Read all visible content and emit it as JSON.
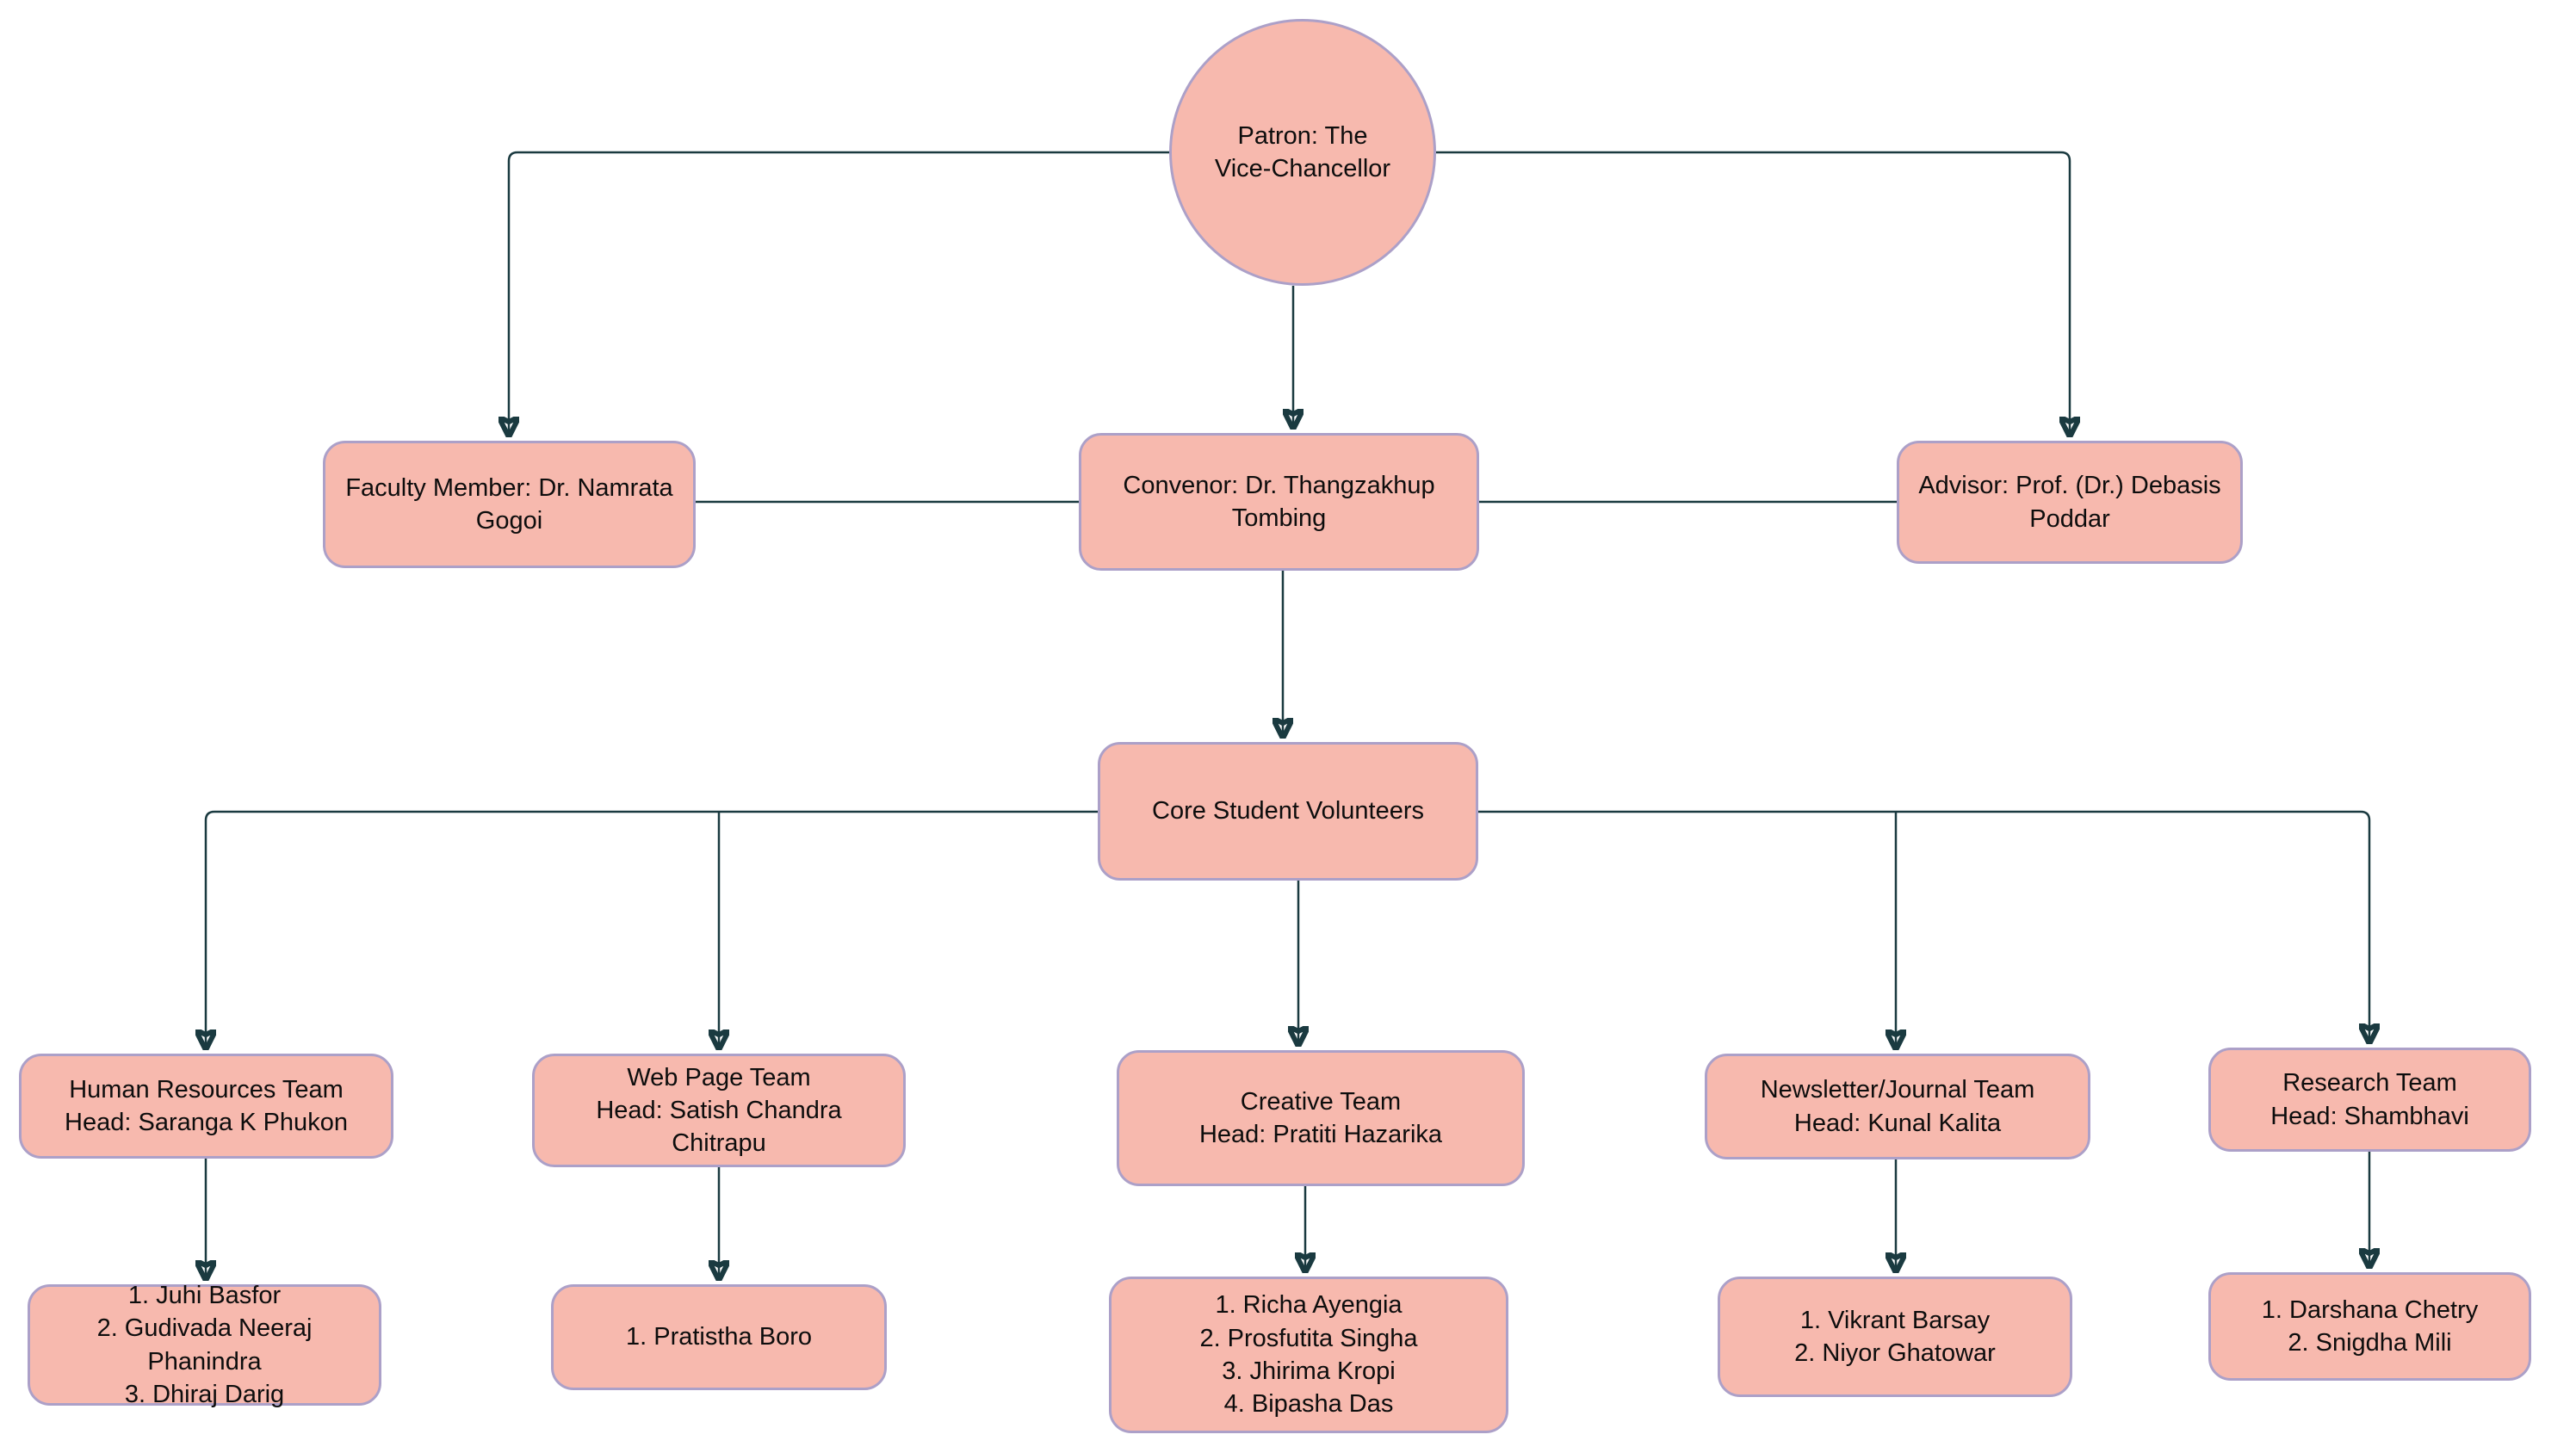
{
  "diagram": {
    "colors": {
      "node_fill": "#f7b9ae",
      "node_border": "#aca0c8",
      "connector": "#1a3a40",
      "text": "#0d0d0d",
      "background": "#ffffff"
    },
    "nodes": {
      "patron": {
        "label": "Patron: The Vice-Chancellor"
      },
      "faculty": {
        "label": "Faculty Member: Dr. Namrata Gogoi"
      },
      "convenor": {
        "label": "Convenor: Dr. Thangzakhup Tombing"
      },
      "advisor": {
        "label": "Advisor: Prof. (Dr.) Debasis Poddar"
      },
      "core": {
        "label": "Core Student Volunteers"
      },
      "teams": [
        {
          "id": "hr-team",
          "name": "Human Resources Team",
          "head": "Head: Saranga K Phukon",
          "members": [
            "1. Juhi Basfor",
            "2. Gudivada Neeraj Phanindra",
            "3. Dhiraj Darig"
          ]
        },
        {
          "id": "web-team",
          "name": "Web Page Team",
          "head": "Head: Satish Chandra Chitrapu",
          "members": [
            "1. Pratistha Boro"
          ]
        },
        {
          "id": "creative-team",
          "name": "Creative Team",
          "head": "Head: Pratiti Hazarika",
          "members": [
            "1. Richa Ayengia",
            "2. Prosfutita Singha",
            "3. Jhirima Kropi",
            "4. Bipasha Das"
          ]
        },
        {
          "id": "newsletter-team",
          "name": "Newsletter/Journal Team",
          "head": "Head: Kunal Kalita",
          "members": [
            "1. Vikrant Barsay",
            "2. Niyor Ghatowar"
          ]
        },
        {
          "id": "research-team",
          "name": "Research Team",
          "head": "Head: Shambhavi",
          "members": [
            "1. Darshana Chetry",
            "2. Snigdha Mili"
          ]
        }
      ]
    },
    "edges": [
      {
        "from": "patron",
        "to": "faculty",
        "arrow": true
      },
      {
        "from": "patron",
        "to": "convenor",
        "arrow": true
      },
      {
        "from": "patron",
        "to": "advisor",
        "arrow": true
      },
      {
        "from": "faculty",
        "to": "convenor",
        "arrow": false
      },
      {
        "from": "convenor",
        "to": "advisor",
        "arrow": false
      },
      {
        "from": "convenor",
        "to": "core",
        "arrow": true
      },
      {
        "from": "core",
        "to": "hr-team",
        "arrow": true
      },
      {
        "from": "core",
        "to": "web-team",
        "arrow": true
      },
      {
        "from": "core",
        "to": "creative-team",
        "arrow": true
      },
      {
        "from": "core",
        "to": "newsletter-team",
        "arrow": true
      },
      {
        "from": "core",
        "to": "research-team",
        "arrow": true
      },
      {
        "from": "hr-team",
        "to": "hr-members",
        "arrow": true
      },
      {
        "from": "web-team",
        "to": "web-members",
        "arrow": true
      },
      {
        "from": "creative-team",
        "to": "creative-members",
        "arrow": true
      },
      {
        "from": "newsletter-team",
        "to": "newsletter-members",
        "arrow": true
      },
      {
        "from": "research-team",
        "to": "research-members",
        "arrow": true
      }
    ]
  }
}
